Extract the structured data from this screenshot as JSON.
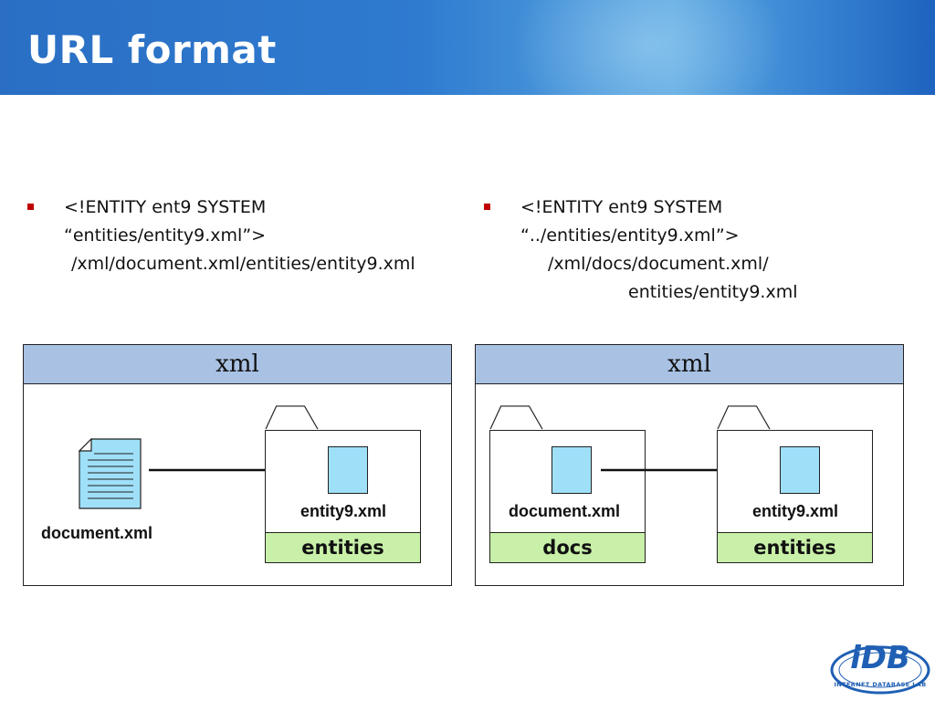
{
  "slide": {
    "title": "URL format"
  },
  "bullets": {
    "left": {
      "lines": [
        "<!ENTITY ent9 SYSTEM",
        "“entities/entity9.xml”>",
        "/xml/document.xml/entities/entity9.xml"
      ]
    },
    "right": {
      "lines": [
        "<!ENTITY ent9 SYSTEM",
        "“../entities/entity9.xml”>",
        "/xml/docs/document.xml/",
        "entities/entity9.xml"
      ]
    }
  },
  "diagram_left": {
    "header": "xml",
    "document_label": "document.xml",
    "folder_label": "entities",
    "file_label": "entity9.xml"
  },
  "diagram_right": {
    "header": "xml",
    "docs_folder_label": "docs",
    "docs_file_label": "document.xml",
    "entities_folder_label": "entities",
    "entities_file_label": "entity9.xml"
  },
  "colors": {
    "header_band": "#a9c2e4",
    "folder_label_fill": "#c8f0a8",
    "file_fill": "#9fe0f8",
    "bullet": "#c00000",
    "logo_blue": "#1f5fb4"
  },
  "logo": {
    "text": "iDB",
    "subtitle": "INTERNET DATABASE LAB"
  }
}
